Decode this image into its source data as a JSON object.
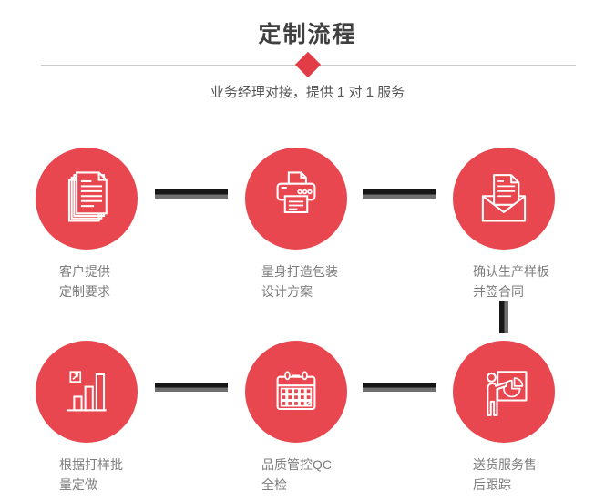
{
  "header": {
    "title": "定制流程",
    "subtitle": "业务经理对接，提供 1 对 1 服务"
  },
  "colors": {
    "accent_red": "#E8474F",
    "diamond_red": "#E23C46",
    "connector_dark": "#161616",
    "connector_gray": "#6F6F6F",
    "divider_gray": "#CCCCCC",
    "title_text": "#404040",
    "subtitle_text": "#555555",
    "label_text": "#7D7D7D"
  },
  "steps": [
    {
      "icon": "documents-icon",
      "label_line1": "客户提供",
      "label_line2": "定制要求"
    },
    {
      "icon": "printer-icon",
      "label_line1": "量身打造包装",
      "label_line2": "设计方案"
    },
    {
      "icon": "envelope-icon",
      "label_line1": "确认生产样板",
      "label_line2": "并签合同"
    },
    {
      "icon": "bar-chart-icon",
      "label_line1": "根据打样批",
      "label_line2": "量定做"
    },
    {
      "icon": "calendar-icon",
      "label_line1": "品质管控QC",
      "label_line2": "全检"
    },
    {
      "icon": "presenter-icon",
      "label_line1": "送货服务售",
      "label_line2": "后跟踪"
    }
  ]
}
